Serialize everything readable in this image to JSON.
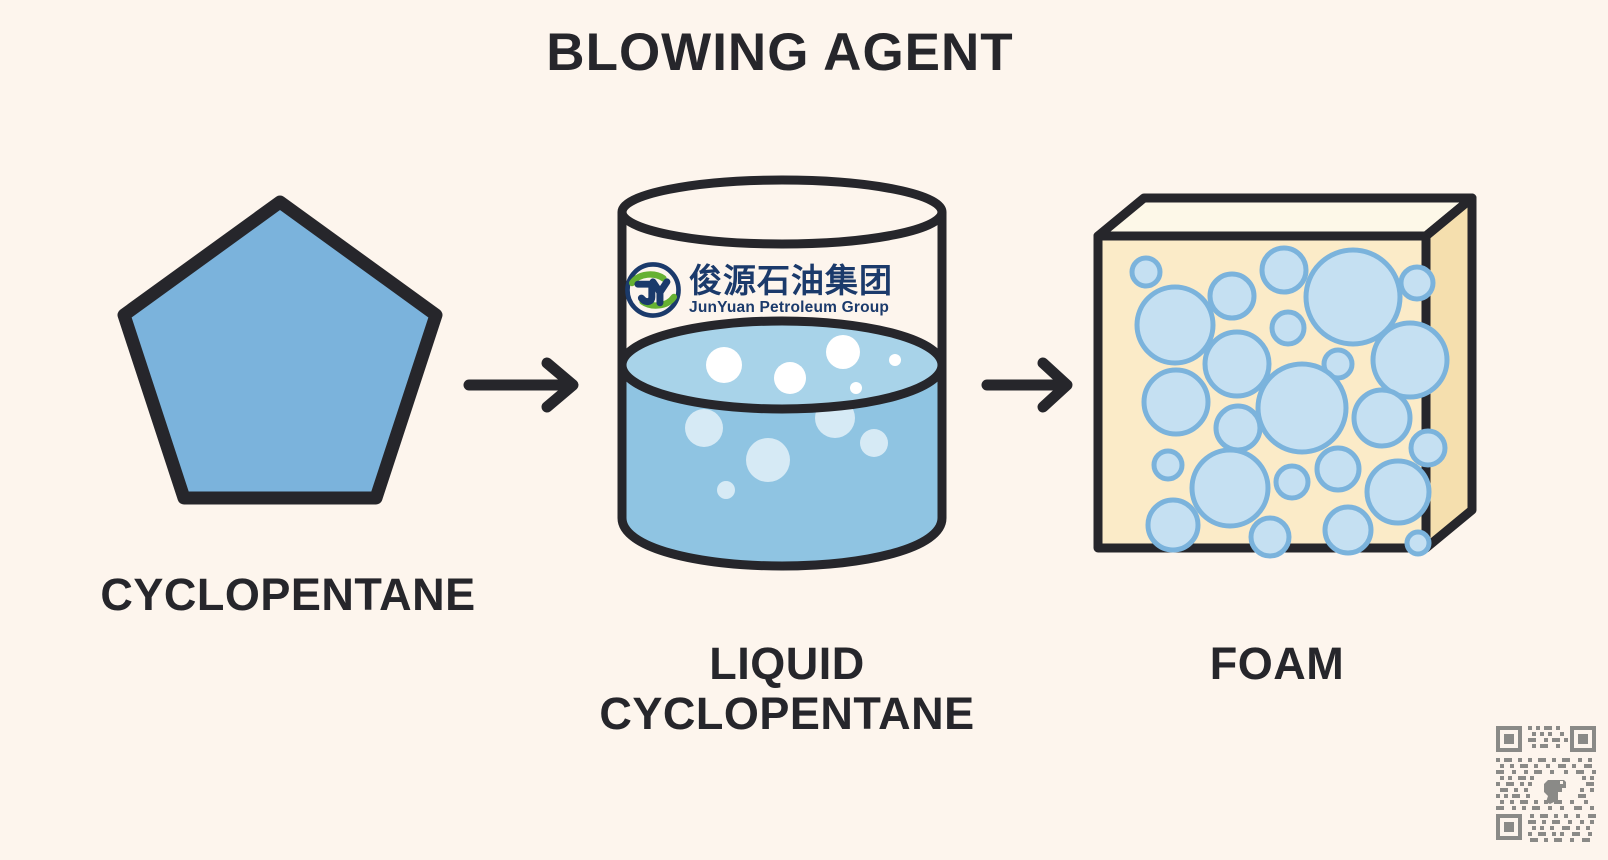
{
  "page": {
    "title": "BLOWING AGENT",
    "background_color": "#fdf5ed",
    "ink_color": "#26262b"
  },
  "stages": [
    {
      "id": "cyclopentane",
      "label": "CYCLOPENTANE",
      "icon": "pentagon-shape",
      "fill_color": "#7bb3dc",
      "stroke_color": "#26262b"
    },
    {
      "id": "liquid-cyclopentane",
      "label_line1": "LIQUID",
      "label_line2": "CYCLOPENTANE",
      "icon": "beaker-with-liquid",
      "liquid_surface_color": "#a8d3e9",
      "liquid_body_color": "#8fc4e2",
      "bubble_color": "#d6eaf5",
      "stroke_color": "#26262b"
    },
    {
      "id": "foam",
      "label": "FOAM",
      "icon": "foam-block-3d",
      "front_color": "#fbebc8",
      "top_color": "#fdf8e8",
      "side_color": "#f5dfae",
      "cell_fill_color": "#c5e0f2",
      "cell_stroke_color": "#7bb3dc",
      "stroke_color": "#26262b"
    }
  ],
  "arrows": [
    {
      "id": "arrow-1",
      "icon": "arrow-right-icon",
      "color": "#26262b"
    },
    {
      "id": "arrow-2",
      "icon": "arrow-right-icon",
      "color": "#26262b"
    }
  ],
  "logo": {
    "mark": "jy-monogram-icon",
    "name_cn": "俊源石油集团",
    "name_en": "JunYuan Petroleum Group",
    "blue": "#1b3a6b",
    "green": "#66b132"
  },
  "qr_code": {
    "icon": "qr-code-icon",
    "color": "#8a8a87"
  },
  "chart_data": {
    "type": "diagram",
    "title": "BLOWING AGENT",
    "flow": [
      "CYCLOPENTANE",
      "LIQUID CYCLOPENTANE",
      "FOAM"
    ],
    "connector": "arrow-right"
  }
}
